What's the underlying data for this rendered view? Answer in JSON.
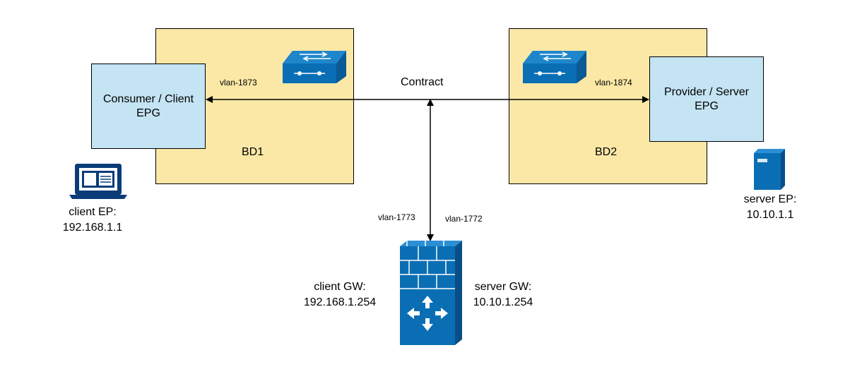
{
  "bd1": {
    "label": "BD1"
  },
  "bd2": {
    "label": "BD2"
  },
  "consumer_epg": {
    "line1": "Consumer / Client",
    "line2": "EPG"
  },
  "provider_epg": {
    "line1": "Provider / Server",
    "line2": "EPG"
  },
  "contract": {
    "label": "Contract"
  },
  "vlans": {
    "v1873": "vlan-1873",
    "v1874": "vlan-1874",
    "v1773": "vlan-1773",
    "v1772": "vlan-1772"
  },
  "client_ep": {
    "line1": "client EP:",
    "line2": "192.168.1.1"
  },
  "server_ep": {
    "line1": "server EP:",
    "line2": "10.10.1.1"
  },
  "client_gw": {
    "line1": "client GW:",
    "line2": "192.168.1.254"
  },
  "server_gw": {
    "line1": "server GW:",
    "line2": "10.10.1.254"
  },
  "icons": [
    "switch-icon",
    "laptop-icon",
    "server-icon",
    "firewall-router-icon"
  ],
  "colors": {
    "bd_fill": "#fbe8a6",
    "epg_fill": "#c4e3f3",
    "icon_blue": "#0a6eb4"
  }
}
